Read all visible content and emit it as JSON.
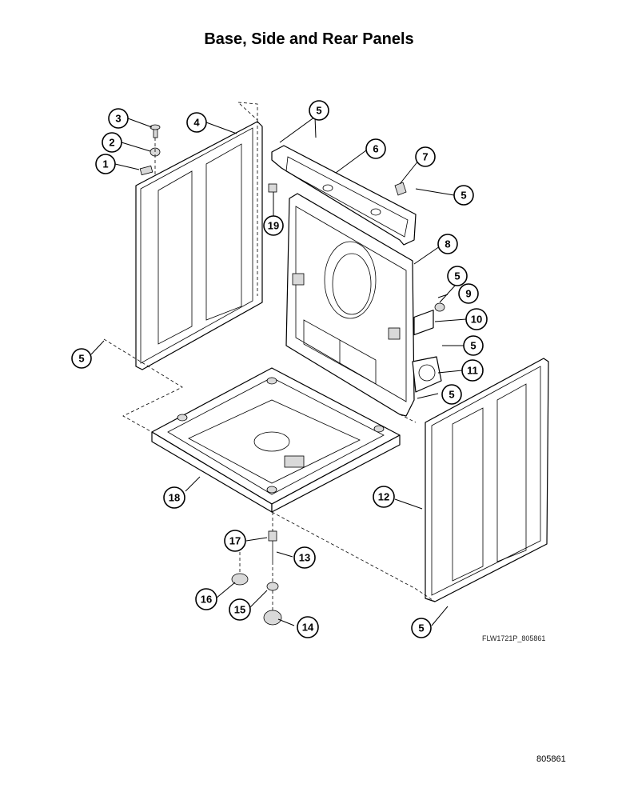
{
  "title": "Base, Side and Rear Panels",
  "drawing_code": "FLW1721P_805861",
  "page_number": "805861",
  "callouts": [
    {
      "id": "c3",
      "label": "3"
    },
    {
      "id": "c2",
      "label": "2"
    },
    {
      "id": "c1",
      "label": "1"
    },
    {
      "id": "c4",
      "label": "4"
    },
    {
      "id": "c5a",
      "label": "5"
    },
    {
      "id": "c6",
      "label": "6"
    },
    {
      "id": "c7",
      "label": "7"
    },
    {
      "id": "c5b",
      "label": "5"
    },
    {
      "id": "c19",
      "label": "19"
    },
    {
      "id": "c8",
      "label": "8"
    },
    {
      "id": "c5c",
      "label": "5"
    },
    {
      "id": "c9",
      "label": "9"
    },
    {
      "id": "c10",
      "label": "10"
    },
    {
      "id": "c5d",
      "label": "5"
    },
    {
      "id": "c5e",
      "label": "5"
    },
    {
      "id": "c11",
      "label": "11"
    },
    {
      "id": "c5f",
      "label": "5"
    },
    {
      "id": "c18",
      "label": "18"
    },
    {
      "id": "c12",
      "label": "12"
    },
    {
      "id": "c17",
      "label": "17"
    },
    {
      "id": "c13",
      "label": "13"
    },
    {
      "id": "c16",
      "label": "16"
    },
    {
      "id": "c15",
      "label": "15"
    },
    {
      "id": "c14",
      "label": "14"
    },
    {
      "id": "c5g",
      "label": "5"
    }
  ]
}
